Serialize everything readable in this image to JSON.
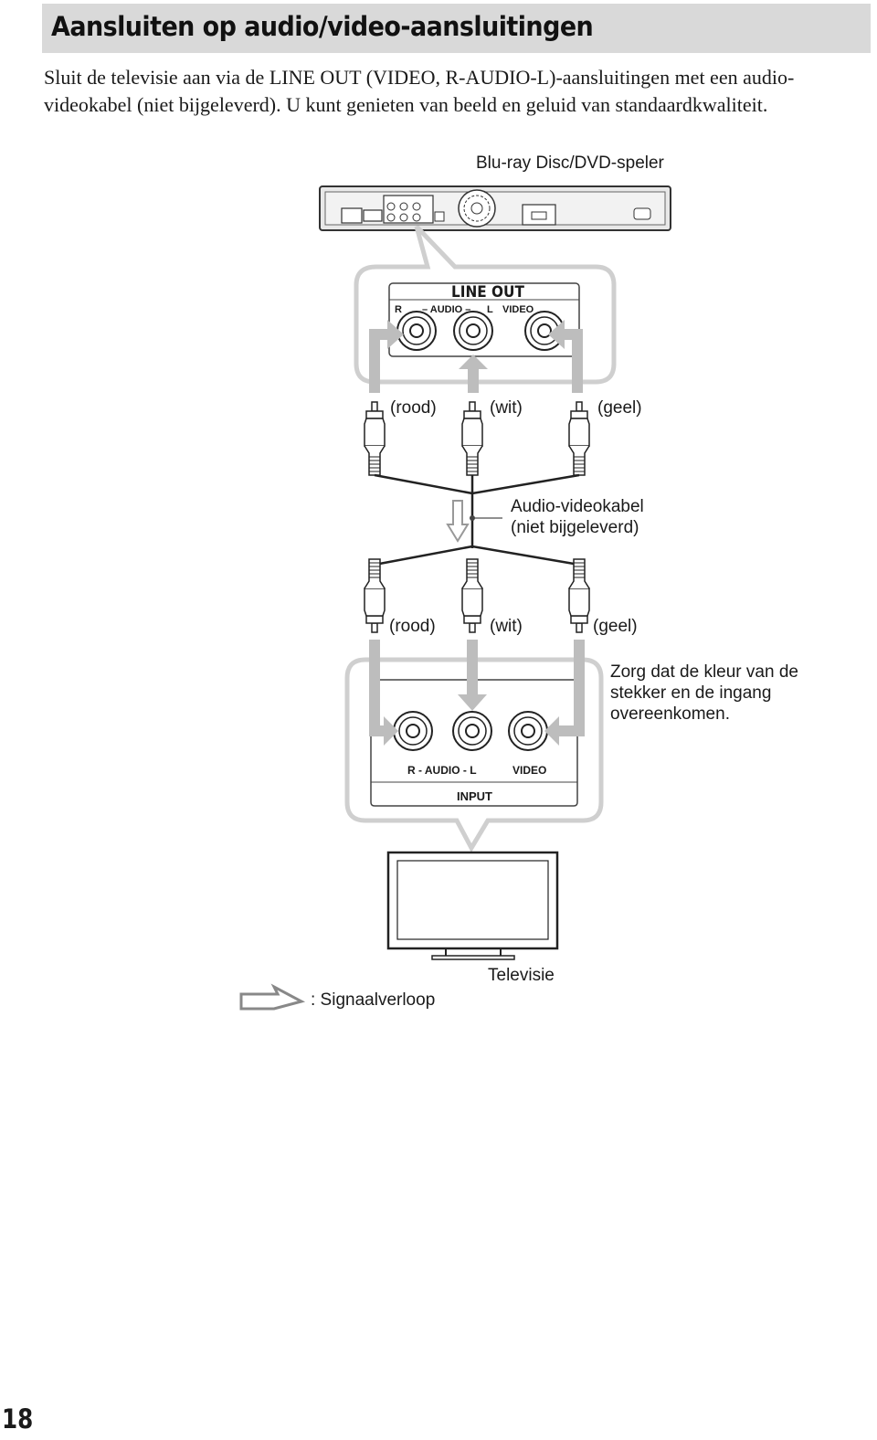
{
  "header": {
    "title": "Aansluiten op audio/video-aansluitingen"
  },
  "intro": {
    "line1": "Sluit de televisie aan via de LINE OUT (VIDEO, R-AUDIO-L)-aansluitingen met een audio-",
    "line2": "videokabel (niet bijgeleverd). U kunt genieten van beeld en geluid van standaardkwaliteit."
  },
  "diagram": {
    "player_label": "Blu-ray Disc/DVD-speler",
    "line_out_title": "LINE OUT",
    "line_out_r": "R",
    "line_out_audio": "– AUDIO –",
    "line_out_l": "L",
    "line_out_video": "VIDEO",
    "top_plugs": {
      "red": "(rood)",
      "white": "(wit)",
      "yellow": "(geel)"
    },
    "cable_line1": "Audio-videokabel",
    "cable_line2": "(niet bijgeleverd)",
    "bottom_plugs": {
      "red": "(rood)",
      "white": "(wit)",
      "yellow": "(geel)"
    },
    "note_line1": "Zorg dat de kleur van de",
    "note_line2": "stekker en de ingang",
    "note_line3": "overeenkomen.",
    "input_audio": "R - AUDIO - L",
    "input_video": "VIDEO",
    "input_title": "INPUT",
    "tv_label": "Televisie",
    "legend_label": ": Signaalverloop",
    "icons": [
      "signal-flow-arrow-icon"
    ]
  },
  "footer": {
    "page_number": "18"
  }
}
